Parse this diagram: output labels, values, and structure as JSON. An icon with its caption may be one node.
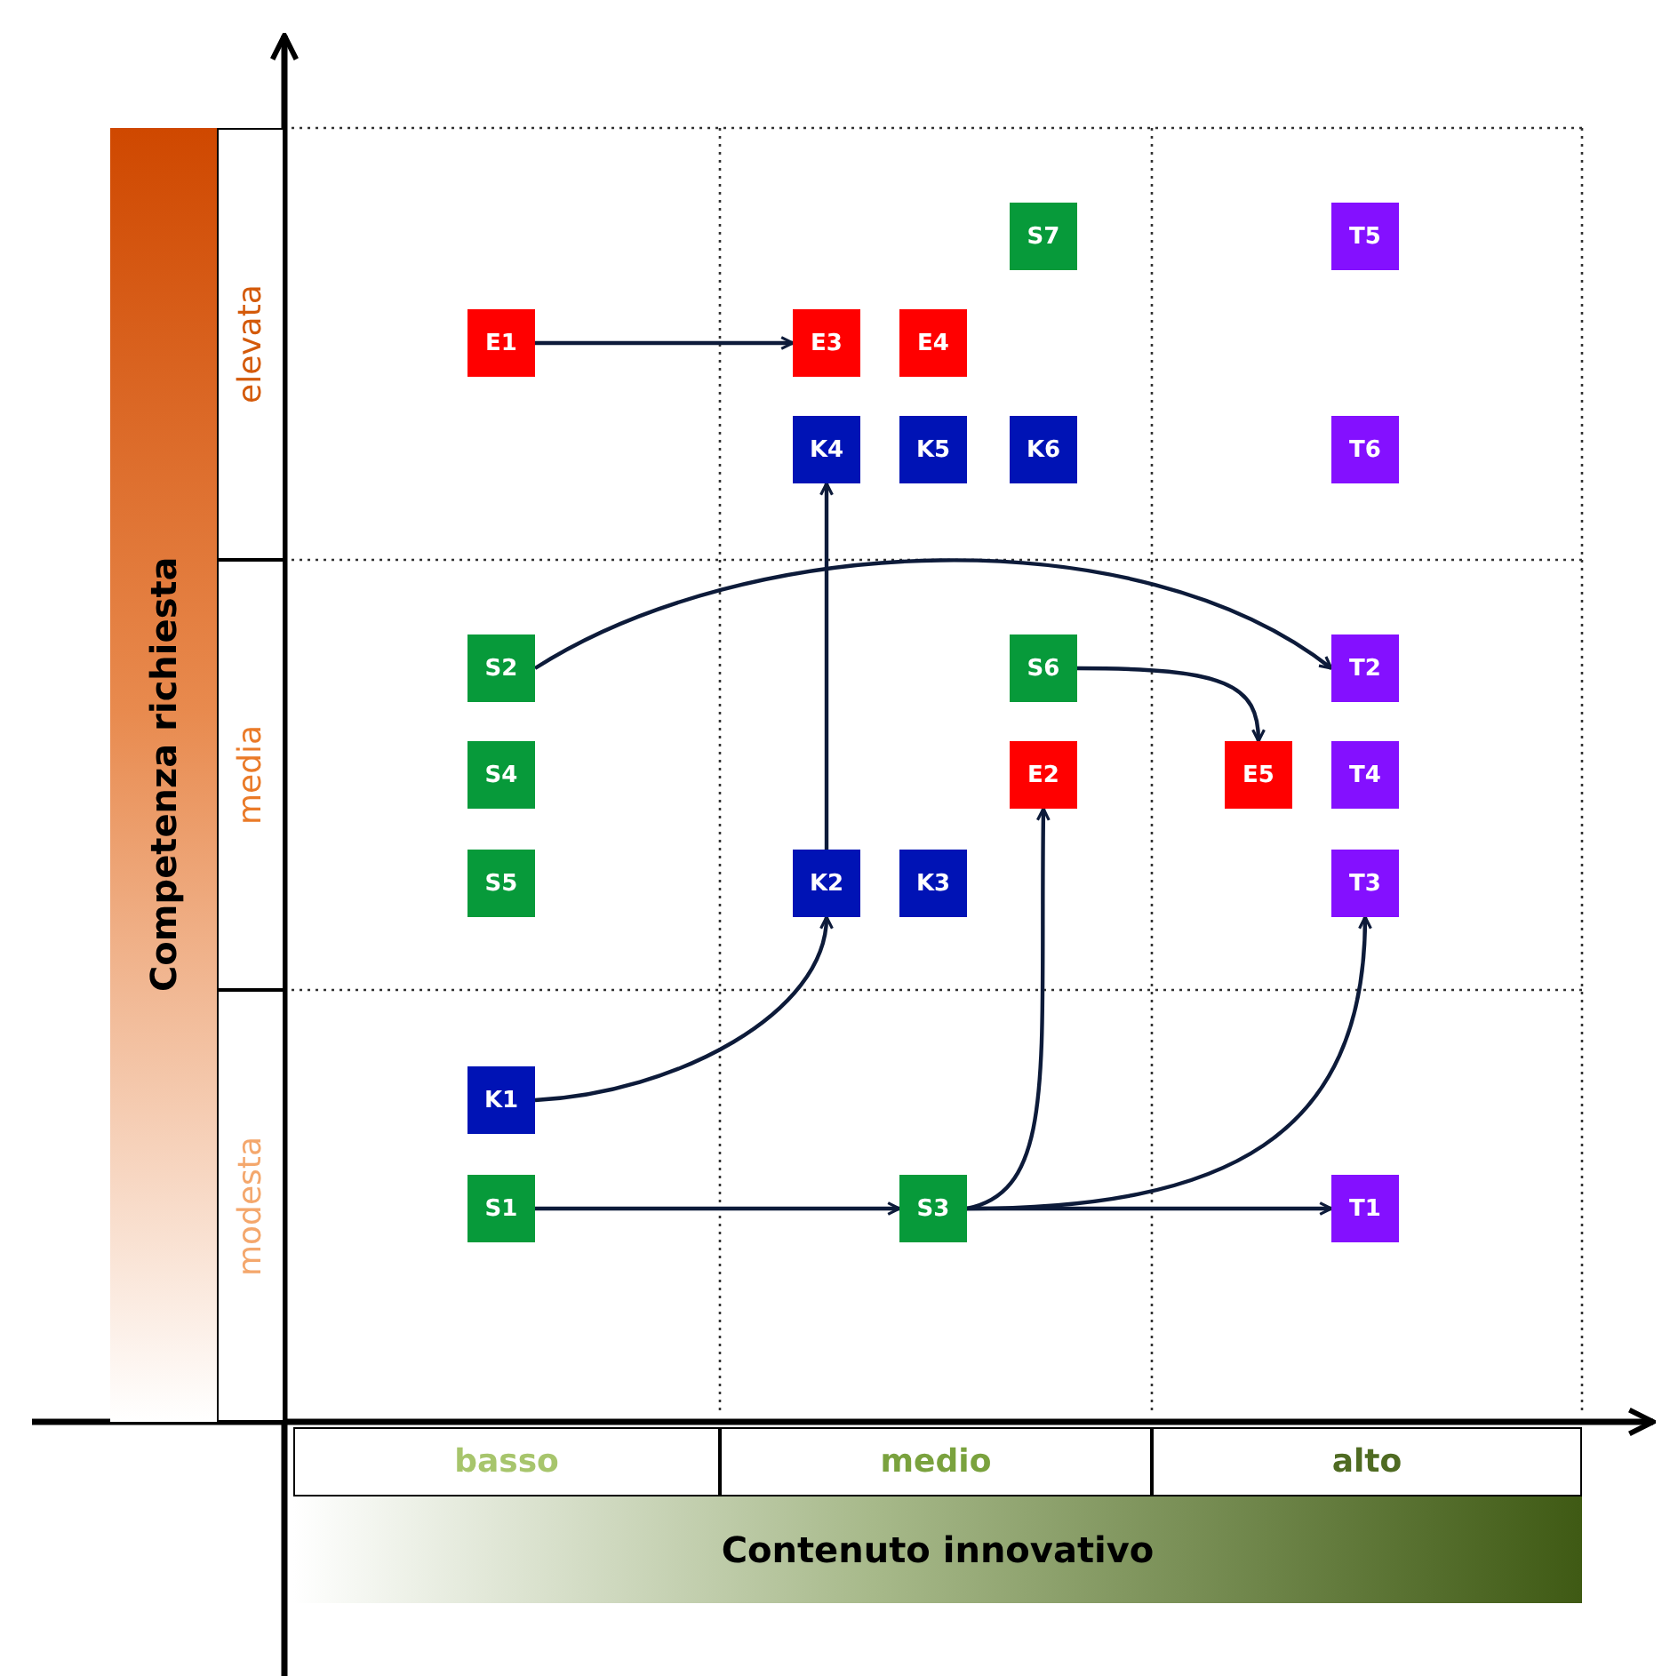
{
  "diagram": {
    "nodes": [
      {
        "text": [
          "Competenza richiesta"
        ]
      },
      {
        "text": [
          "elevata"
        ]
      },
      {
        "text": [
          "media"
        ]
      },
      {
        "text": [
          "modesta"
        ]
      },
      {
        "text": [
          "S7"
        ]
      },
      {
        "text": [
          "T5"
        ]
      },
      {
        "text": [
          "E1"
        ]
      },
      {
        "text": [
          "E3"
        ]
      },
      {
        "text": [
          "E4"
        ]
      },
      {
        "text": [
          "K4"
        ]
      },
      {
        "text": [
          "K5"
        ]
      },
      {
        "text": [
          "K6"
        ]
      },
      {
        "text": [
          "T6"
        ]
      },
      {
        "text": [
          "S2"
        ]
      },
      {
        "text": [
          "S6"
        ]
      },
      {
        "text": [
          "T2"
        ]
      },
      {
        "text": [
          "S4"
        ]
      },
      {
        "text": [
          "E2"
        ]
      },
      {
        "text": [
          "E5"
        ]
      },
      {
        "text": [
          "T4"
        ]
      },
      {
        "text": [
          "S5"
        ]
      },
      {
        "text": [
          "K2"
        ]
      },
      {
        "text": [
          "K3"
        ]
      },
      {
        "text": [
          "T3"
        ]
      },
      {
        "text": [
          "K1"
        ]
      },
      {
        "text": [
          "S1"
        ]
      },
      {
        "text": [
          "S3"
        ]
      },
      {
        "text": [
          "T1"
        ]
      },
      {
        "text": [
          "basso"
        ]
      },
      {
        "text": [
          "medio"
        ]
      },
      {
        "text": [
          "alto"
        ]
      },
      {
        "text": [
          "Contenuto innovativo"
        ]
      }
    ],
    "edges": [
      {
        "from": 6,
        "to": 7,
        "arrow": "to"
      },
      {
        "from": 21,
        "to": 9,
        "arrow": "to"
      },
      {
        "from": 13,
        "to": 15,
        "arrow": "to"
      },
      {
        "from": 14,
        "to": 18,
        "arrow": "to"
      },
      {
        "from": 24,
        "to": 21,
        "arrow": "to"
      },
      {
        "from": 25,
        "to": 26,
        "arrow": "to"
      },
      {
        "from": 26,
        "to": 17,
        "arrow": "to"
      },
      {
        "from": 26,
        "to": 23,
        "arrow": "to"
      },
      {
        "from": 26,
        "to": 27,
        "arrow": "to"
      }
    ]
  }
}
